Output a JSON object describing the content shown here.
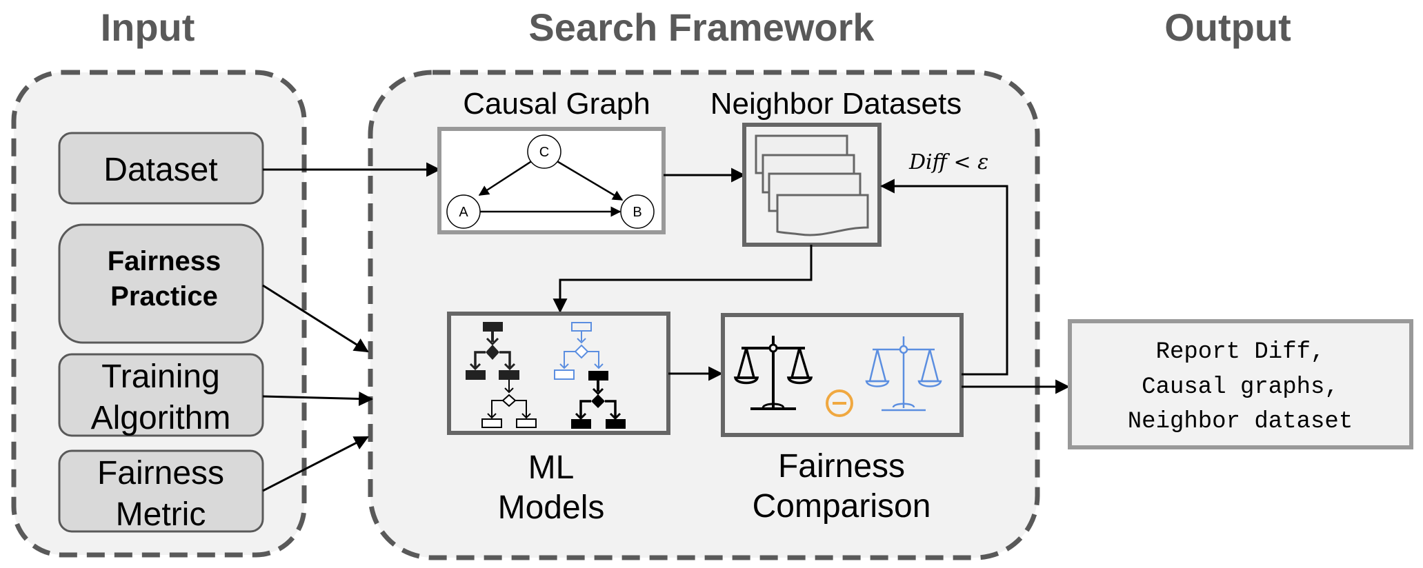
{
  "sections": {
    "input_title": "Input",
    "search_title": "Search Framework",
    "output_title": "Output"
  },
  "inputs": [
    {
      "id": "dataset",
      "lines": [
        "Dataset"
      ]
    },
    {
      "id": "fairness-practice",
      "lines": [
        "Fairness",
        "Practice"
      ]
    },
    {
      "id": "training-algorithm",
      "lines": [
        "Training",
        "Algorithm"
      ]
    },
    {
      "id": "fairness-metric",
      "lines": [
        "Fairness",
        "Metric"
      ]
    }
  ],
  "search": {
    "causal_graph_label": "Causal Graph",
    "neighbor_datasets_label": "Neighbor Datasets",
    "ml_models_label": [
      "ML",
      "Models"
    ],
    "fairness_comparison_label": [
      "Fairness",
      "Comparison"
    ],
    "loop_condition": "Diff < ε",
    "causal_graph": {
      "nodes": [
        "C",
        "A",
        "B"
      ],
      "edges": [
        [
          "C",
          "A"
        ],
        [
          "C",
          "B"
        ],
        [
          "A",
          "B"
        ]
      ]
    },
    "colors": {
      "model_accent": "#5b8ee0",
      "minus_accent": "#f0a840",
      "scale_accent": "#5b8ee0"
    }
  },
  "output": {
    "lines": [
      "Report Diff,",
      "Causal graphs,",
      "Neighbor dataset"
    ]
  }
}
